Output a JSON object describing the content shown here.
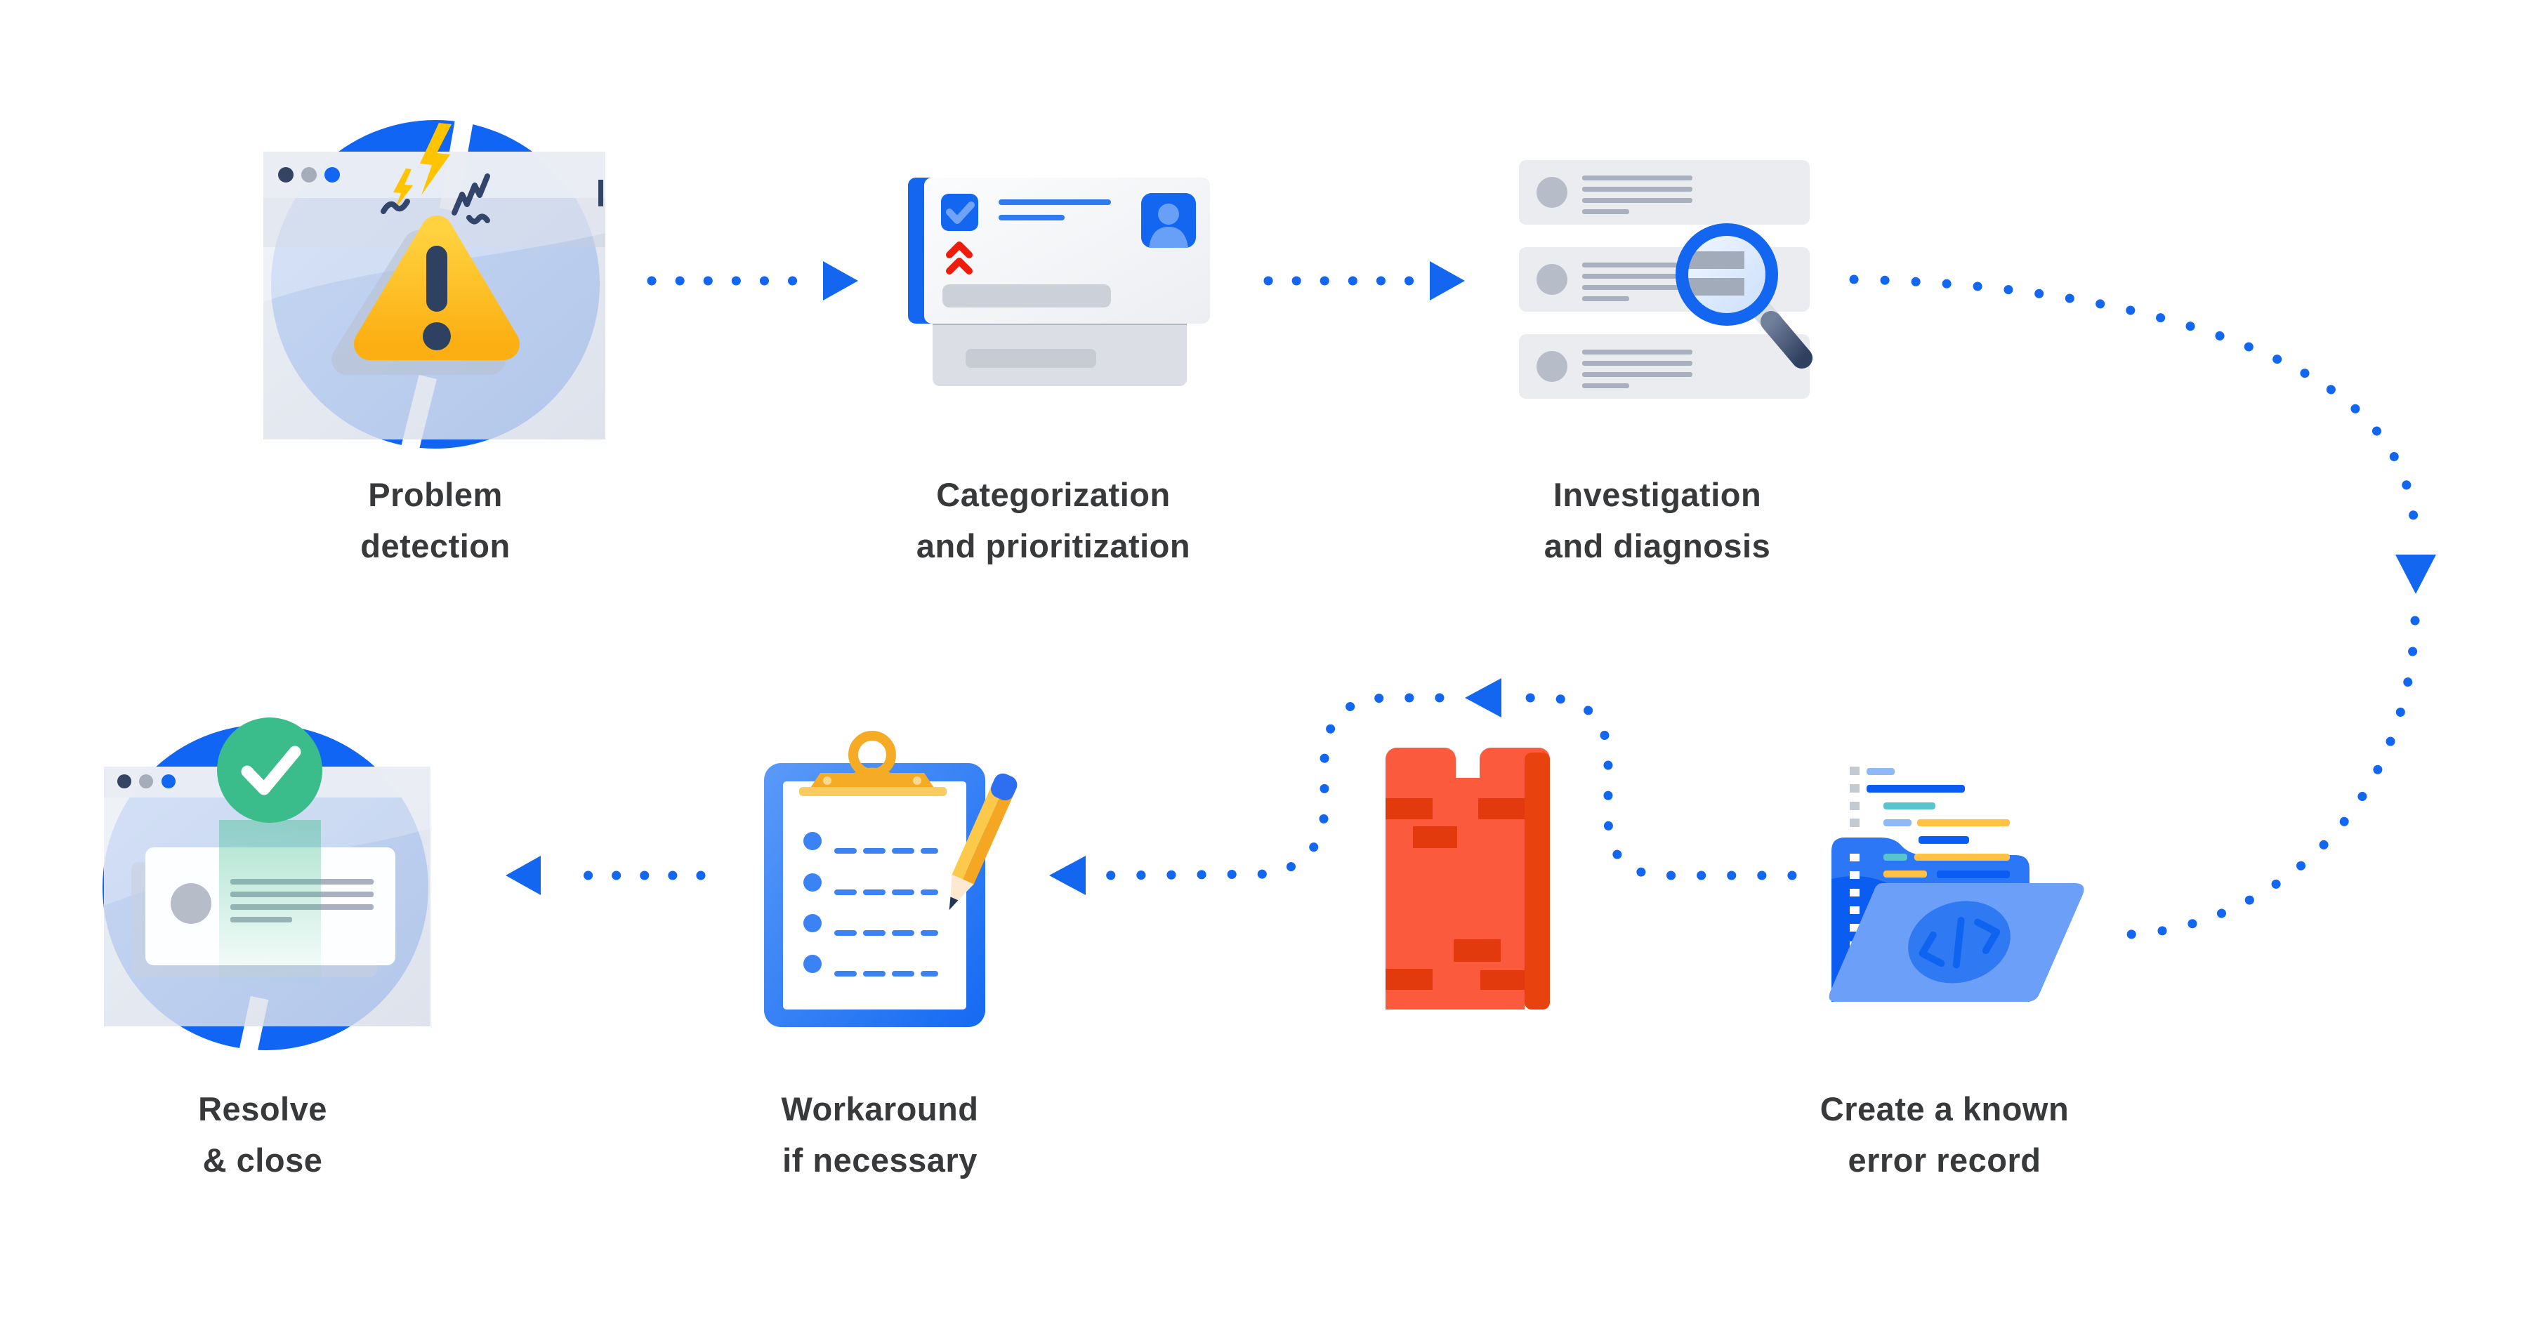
{
  "diagram": {
    "name": "problem-management-workflow",
    "connector_style": "dotted-arrow",
    "sequence": [
      "problem-detection",
      "categorization-prioritization",
      "investigation-diagnosis",
      "create-known-error-record",
      "workaround-if-necessary",
      "resolve-close"
    ]
  },
  "steps": [
    {
      "id": "problem-detection",
      "label_line1": "Problem",
      "label_line2": "detection",
      "icon": "browser-warning-icon"
    },
    {
      "id": "categorization-prioritization",
      "label_line1": "Categorization",
      "label_line2": "and prioritization",
      "icon": "ticket-card-icon"
    },
    {
      "id": "investigation-diagnosis",
      "label_line1": "Investigation",
      "label_line2": "and diagnosis",
      "icon": "list-magnifier-icon"
    },
    {
      "id": "create-known-error-record",
      "label_line1": "Create a known",
      "label_line2": "error record",
      "icon": "code-folder-icon"
    },
    {
      "id": "workaround-if-necessary",
      "label_line1": "Workaround",
      "label_line2": "if necessary",
      "icon": "clipboard-checklist-icon"
    },
    {
      "id": "resolve-close",
      "label_line1": "Resolve",
      "label_line2": "& close",
      "icon": "browser-success-icon"
    }
  ],
  "colors": {
    "accent_blue": "#1266F0",
    "folder_blue": "#6C9FF8",
    "warning_yellow": "#FFC400",
    "alert_navy": "#344563",
    "success_green": "#3BBD8B",
    "error_red": "#FF5630",
    "error_red_dark": "#DE350B",
    "neutral_gray": "#A9B1BF",
    "background": "#FFFFFF",
    "label_text": "#37393B"
  }
}
